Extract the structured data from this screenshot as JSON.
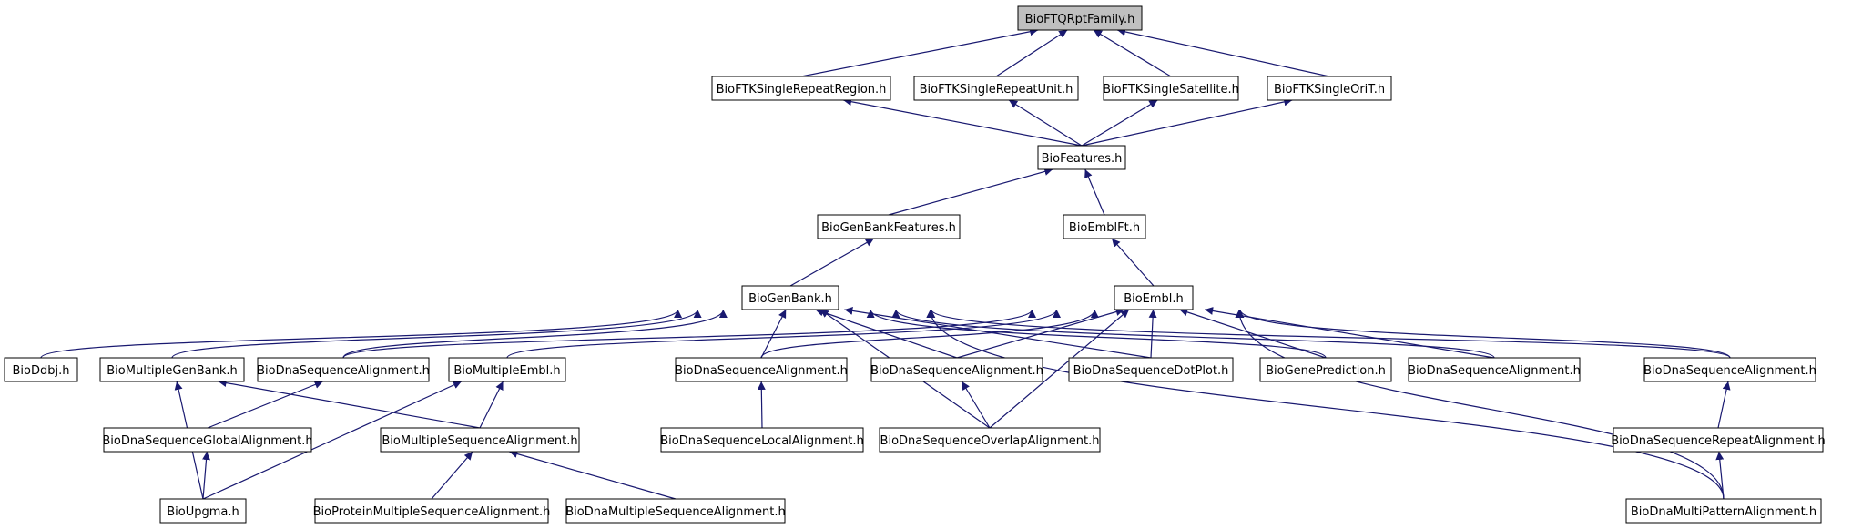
{
  "colors": {
    "edge": "#191970",
    "node_fill": "#ffffff",
    "root_fill": "#bfbfbf",
    "border": "#000000"
  },
  "nodes": [
    {
      "id": "ftqrpt",
      "label": "BioFTQRptFamily.h",
      "highlight": true
    },
    {
      "id": "repreg",
      "label": "BioFTKSingleRepeatRegion.h"
    },
    {
      "id": "repunit",
      "label": "BioFTKSingleRepeatUnit.h"
    },
    {
      "id": "sat",
      "label": "BioFTKSingleSatellite.h"
    },
    {
      "id": "orit",
      "label": "BioFTKSingleOriT.h"
    },
    {
      "id": "features",
      "label": "BioFeatures.h"
    },
    {
      "id": "gbfeat",
      "label": "BioGenBankFeatures.h"
    },
    {
      "id": "emblft",
      "label": "BioEmblFt.h"
    },
    {
      "id": "genbank",
      "label": "BioGenBank.h"
    },
    {
      "id": "embl",
      "label": "BioEmbl.h"
    },
    {
      "id": "ddbj",
      "label": "BioDdbj.h"
    },
    {
      "id": "multigb",
      "label": "BioMultipleGenBank.h"
    },
    {
      "id": "dsa1",
      "label": "BioDnaSequenceAlignment.h"
    },
    {
      "id": "multiembl",
      "label": "BioMultipleEmbl.h"
    },
    {
      "id": "dsa2",
      "label": "BioDnaSequenceAlignment.h"
    },
    {
      "id": "dsa3",
      "label": "BioDnaSequenceAlignment.h"
    },
    {
      "id": "dotplot",
      "label": "BioDnaSequenceDotPlot.h"
    },
    {
      "id": "genepred",
      "label": "BioGenePrediction.h"
    },
    {
      "id": "dsa4",
      "label": "BioDnaSequenceAlignment.h"
    },
    {
      "id": "dsa5",
      "label": "BioDnaSequenceAlignment.h"
    },
    {
      "id": "global",
      "label": "BioDnaSequenceGlobalAlignment.h"
    },
    {
      "id": "msa",
      "label": "BioMultipleSequenceAlignment.h"
    },
    {
      "id": "local",
      "label": "BioDnaSequenceLocalAlignment.h"
    },
    {
      "id": "overlap",
      "label": "BioDnaSequenceOverlapAlignment.h"
    },
    {
      "id": "repeat",
      "label": "BioDnaSequenceRepeatAlignment.h"
    },
    {
      "id": "upgma",
      "label": "BioUpgma.h"
    },
    {
      "id": "protmsa",
      "label": "BioProteinMultipleSequenceAlignment.h"
    },
    {
      "id": "dnamsa",
      "label": "BioDnaMultipleSequenceAlignment.h"
    },
    {
      "id": "multipattern",
      "label": "BioDnaMultiPatternAlignment.h"
    }
  ],
  "edges": [
    {
      "from": "repreg",
      "to": "ftqrpt"
    },
    {
      "from": "repunit",
      "to": "ftqrpt"
    },
    {
      "from": "sat",
      "to": "ftqrpt"
    },
    {
      "from": "orit",
      "to": "ftqrpt"
    },
    {
      "from": "features",
      "to": "repreg"
    },
    {
      "from": "features",
      "to": "repunit"
    },
    {
      "from": "features",
      "to": "sat"
    },
    {
      "from": "features",
      "to": "orit"
    },
    {
      "from": "gbfeat",
      "to": "features"
    },
    {
      "from": "emblft",
      "to": "features"
    },
    {
      "from": "genbank",
      "to": "gbfeat"
    },
    {
      "from": "embl",
      "to": "emblft"
    },
    {
      "from": "ddbj",
      "to": "genbank"
    },
    {
      "from": "multigb",
      "to": "genbank"
    },
    {
      "from": "dsa1",
      "to": "genbank"
    },
    {
      "from": "dsa2",
      "to": "genbank"
    },
    {
      "from": "dsa3",
      "to": "genbank"
    },
    {
      "from": "dotplot",
      "to": "genbank"
    },
    {
      "from": "genepred",
      "to": "genbank"
    },
    {
      "from": "dsa4",
      "to": "genbank"
    },
    {
      "from": "dsa5",
      "to": "genbank"
    },
    {
      "from": "overlap",
      "to": "genbank"
    },
    {
      "from": "multipattern",
      "to": "genbank"
    },
    {
      "from": "multiembl",
      "to": "embl"
    },
    {
      "from": "dsa1",
      "to": "embl"
    },
    {
      "from": "dsa2",
      "to": "embl"
    },
    {
      "from": "dsa3",
      "to": "embl"
    },
    {
      "from": "dotplot",
      "to": "embl"
    },
    {
      "from": "genepred",
      "to": "embl"
    },
    {
      "from": "dsa4",
      "to": "embl"
    },
    {
      "from": "dsa5",
      "to": "embl"
    },
    {
      "from": "overlap",
      "to": "embl"
    },
    {
      "from": "multipattern",
      "to": "embl"
    },
    {
      "from": "upgma",
      "to": "multigb"
    },
    {
      "from": "msa",
      "to": "multigb"
    },
    {
      "from": "global",
      "to": "dsa1"
    },
    {
      "from": "upgma",
      "to": "global"
    },
    {
      "from": "upgma",
      "to": "multiembl"
    },
    {
      "from": "msa",
      "to": "multiembl"
    },
    {
      "from": "protmsa",
      "to": "msa"
    },
    {
      "from": "dnamsa",
      "to": "msa"
    },
    {
      "from": "local",
      "to": "dsa2"
    },
    {
      "from": "overlap",
      "to": "dsa3"
    },
    {
      "from": "repeat",
      "to": "dsa5"
    },
    {
      "from": "multipattern",
      "to": "repeat"
    }
  ]
}
